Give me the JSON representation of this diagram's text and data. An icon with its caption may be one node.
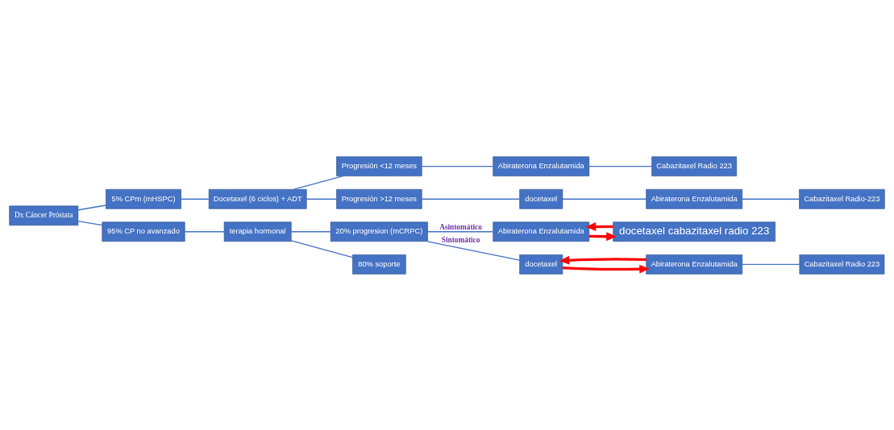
{
  "diagram": {
    "nodes": [
      {
        "text": [
          "Dx Cáncer Próstata"
        ]
      },
      {
        "text": [
          "5% CPm (mHSPC)"
        ]
      },
      {
        "text": [
          "Docetaxel (6 ciclos) + ADT"
        ]
      },
      {
        "text": [
          "Progresión <12 meses"
        ]
      },
      {
        "text": [
          "Abiraterona Enzalutamida"
        ]
      },
      {
        "text": [
          "Cabazitaxel Radio 223"
        ]
      },
      {
        "text": [
          "Progresión >12 meses"
        ]
      },
      {
        "text": [
          "docetaxel"
        ]
      },
      {
        "text": [
          "Abiraterona Enzalutamida"
        ]
      },
      {
        "text": [
          "Cabazitaxel Radio-223"
        ]
      },
      {
        "text": [
          "95% CP no avanzado"
        ]
      },
      {
        "text": [
          "terapia hormonal"
        ]
      },
      {
        "text": [
          "20% progresion (mCRPC)"
        ]
      },
      {
        "text": [
          "80% soporte"
        ]
      },
      {
        "text": [
          "Abiraterona Enzalutamida"
        ]
      },
      {
        "text": [
          "docetaxel cabazitaxel radio 223"
        ]
      },
      {
        "text": [
          "docetaxel"
        ]
      },
      {
        "text": [
          "Abiraterona Enzalutamida"
        ]
      },
      {
        "text": [
          "Cabazitaxel Radio 223"
        ]
      }
    ],
    "edges": [
      {
        "from": 0,
        "to": 1,
        "arrow": "none"
      },
      {
        "from": 0,
        "to": 10,
        "arrow": "none"
      },
      {
        "from": 1,
        "to": 2,
        "arrow": "none"
      },
      {
        "from": 2,
        "to": 3,
        "arrow": "none"
      },
      {
        "from": 2,
        "to": 6,
        "arrow": "none"
      },
      {
        "from": 3,
        "to": 4,
        "arrow": "none"
      },
      {
        "from": 4,
        "to": 5,
        "arrow": "none"
      },
      {
        "from": 6,
        "to": 7,
        "arrow": "none"
      },
      {
        "from": 7,
        "to": 8,
        "arrow": "none"
      },
      {
        "from": 8,
        "to": 9,
        "arrow": "none"
      },
      {
        "from": 10,
        "to": 11,
        "arrow": "none"
      },
      {
        "from": 11,
        "to": 12,
        "arrow": "none"
      },
      {
        "from": 11,
        "to": 13,
        "arrow": "none"
      },
      {
        "from": 12,
        "to": 14,
        "arrow": "none",
        "label": "Asintomático"
      },
      {
        "from": 12,
        "to": 16,
        "arrow": "none",
        "label": "Sintomático"
      },
      {
        "from": 14,
        "to": 15,
        "arrow": "to",
        "style": "thick",
        "color": "#ff0000"
      },
      {
        "from": 15,
        "to": 14,
        "arrow": "to",
        "style": "thick",
        "color": "#ff0000"
      },
      {
        "from": 16,
        "to": 17,
        "arrow": "to",
        "style": "thick",
        "color": "#ff0000"
      },
      {
        "from": 17,
        "to": 16,
        "arrow": "to",
        "style": "thick",
        "color": "#ff0000"
      },
      {
        "from": 17,
        "to": 18,
        "arrow": "none"
      }
    ]
  }
}
